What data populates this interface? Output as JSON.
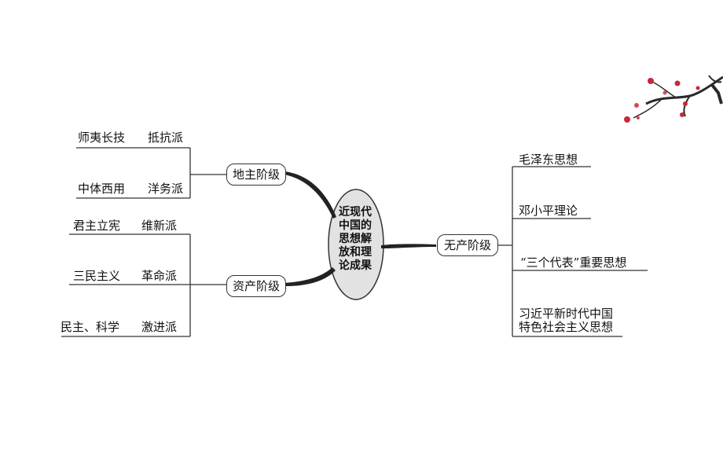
{
  "center": {
    "lines": [
      "近现代",
      "中国的",
      "思想解",
      "放和理",
      "论成果"
    ]
  },
  "branches": {
    "landlord": {
      "label": "地主阶级",
      "items": [
        {
          "idea": "师夷长技",
          "school": "抵抗派"
        },
        {
          "idea": "中体西用",
          "school": "洋务派"
        }
      ]
    },
    "bourgeois": {
      "label": "资产阶级",
      "items": [
        {
          "idea": "君主立宪",
          "school": "维新派"
        },
        {
          "idea": "三民主义",
          "school": "革命派"
        },
        {
          "idea": "民主、科学",
          "school": "激进派"
        }
      ]
    },
    "proletariat": {
      "label": "无产阶级",
      "items": [
        {
          "text": "毛泽东思想"
        },
        {
          "text": "邓小平理论"
        },
        {
          "text": "“三个代表”重要思想"
        },
        {
          "line1": "习近平新时代中国",
          "line2": "特色社会主义思想"
        }
      ]
    }
  },
  "colors": {
    "ellipse_fill": "#e2e2e2",
    "line": "#333333",
    "blossom": "#c8283a",
    "branch": "#2a2a2a"
  }
}
